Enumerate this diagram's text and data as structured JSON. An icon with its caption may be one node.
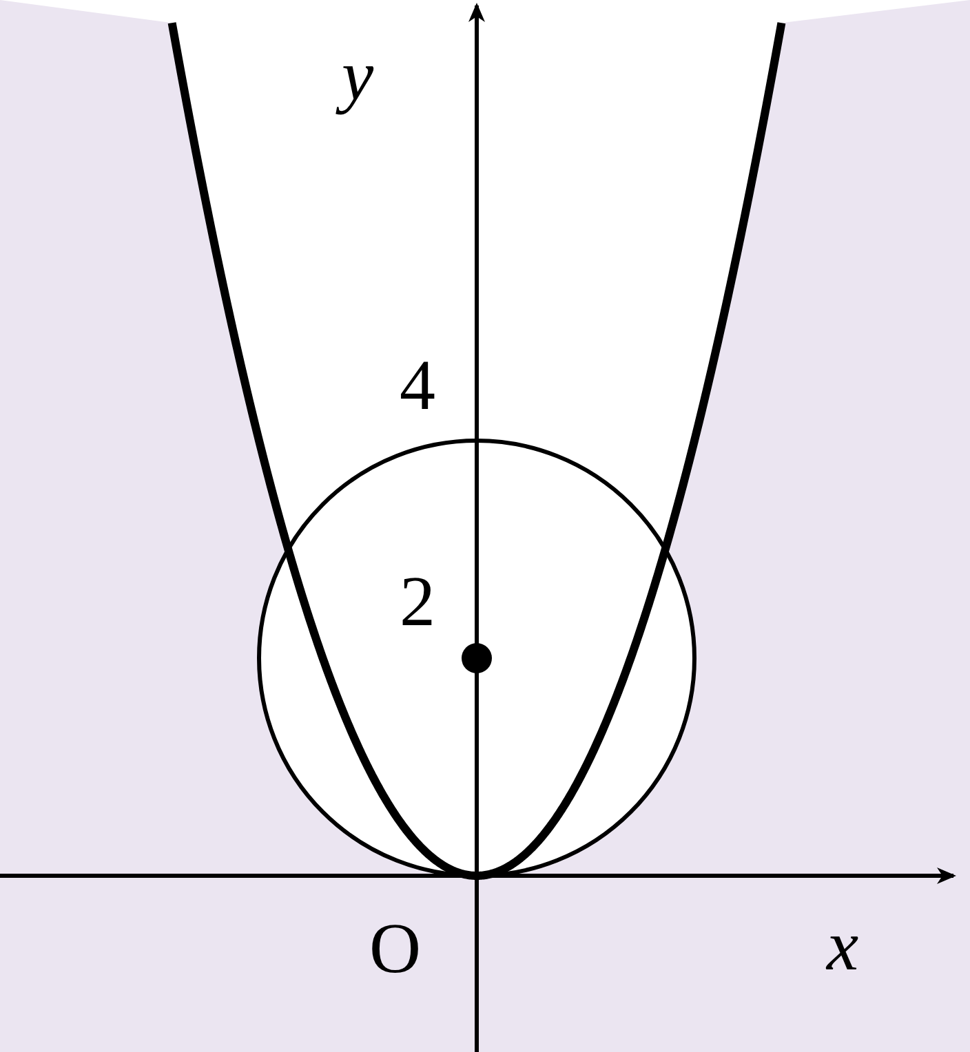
{
  "diagram": {
    "labels": [
      "y",
      "4",
      "2",
      "O",
      "x"
    ]
  }
}
